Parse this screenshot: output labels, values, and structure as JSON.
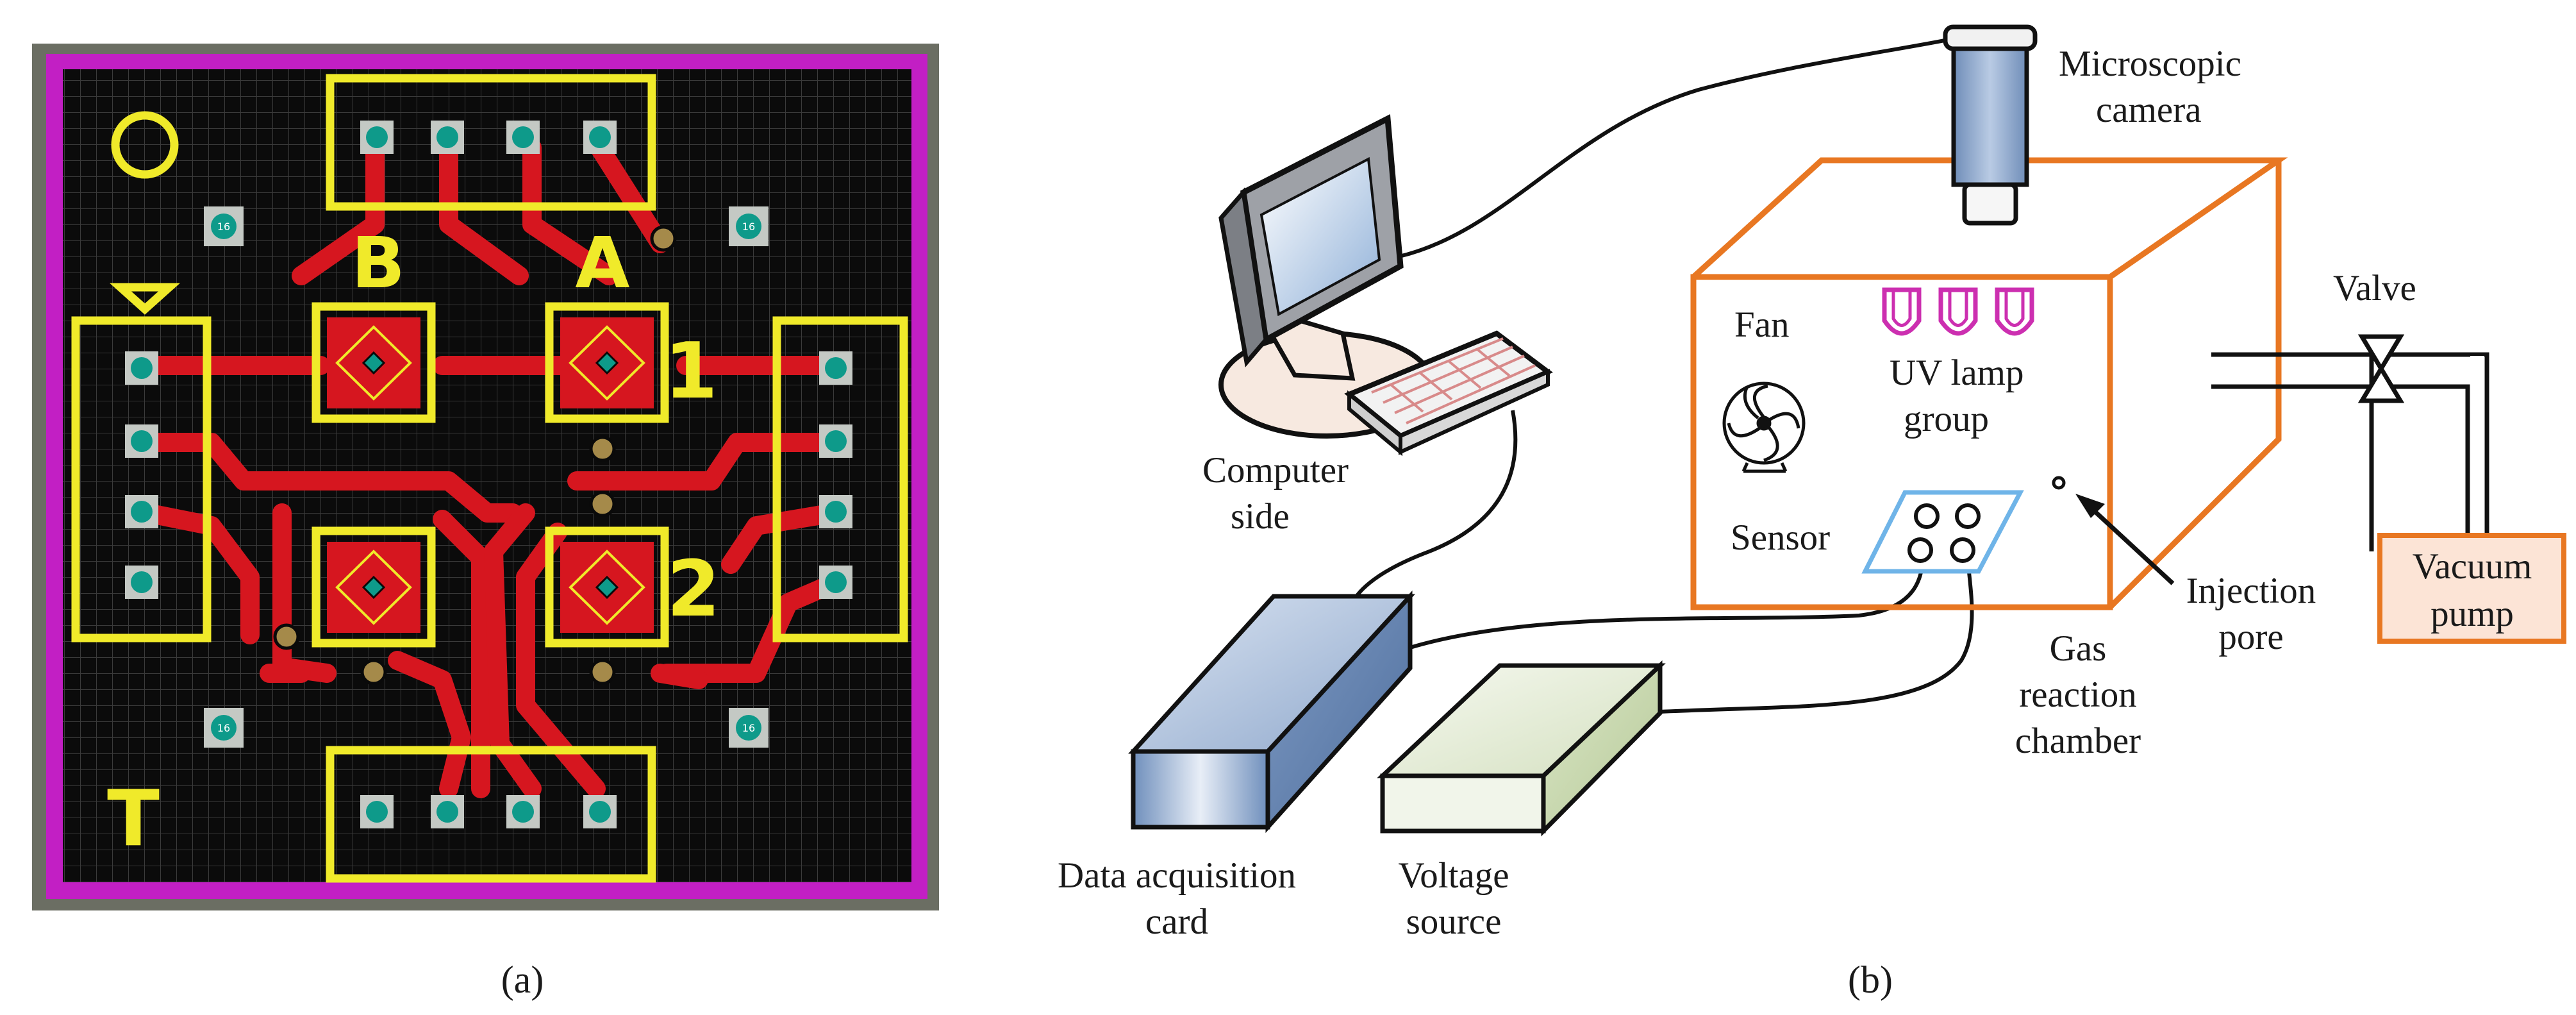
{
  "panel_a": {
    "caption": "(a)",
    "silkscreen": {
      "circle_mark": "O",
      "letter_B": "B",
      "letter_A": "A",
      "number_1": "1",
      "number_2": "2",
      "letter_T": "T"
    },
    "pad_number": "16"
  },
  "panel_b": {
    "caption": "(b)",
    "labels": {
      "camera": [
        "Microscopic",
        "camera"
      ],
      "computer": [
        "Computer",
        "side"
      ],
      "fan": "Fan",
      "uv_lamp": [
        "UV lamp",
        "group"
      ],
      "sensor": "Sensor",
      "valve": "Valve",
      "vacuum_pump": [
        "Vacuum",
        "pump"
      ],
      "injection_pore": [
        "Injection",
        "pore"
      ],
      "chamber": [
        "Gas",
        "reaction",
        "chamber"
      ],
      "daq": [
        "Data acquisition",
        "card"
      ],
      "voltage": [
        "Voltage",
        "source"
      ]
    }
  },
  "colors": {
    "pcb_background": "#0b0b0b",
    "pcb_border": "#c21fc4",
    "pcb_frame": "#6b6e63",
    "silkscreen": "#f0ea2a",
    "copper": "#d6161f",
    "pad": "#c4c9c4",
    "pad_hole": "#0e9a8a",
    "chamber_edge": "#e87722",
    "uv_lamp": "#cc2fb0",
    "vacuum_fill": "#fce4d6",
    "daq_fill": "#9fb6d6",
    "voltage_fill": "#e4ecd6",
    "sensor_edge": "#6fb4e8",
    "camera_body": "#8aa4c8"
  }
}
